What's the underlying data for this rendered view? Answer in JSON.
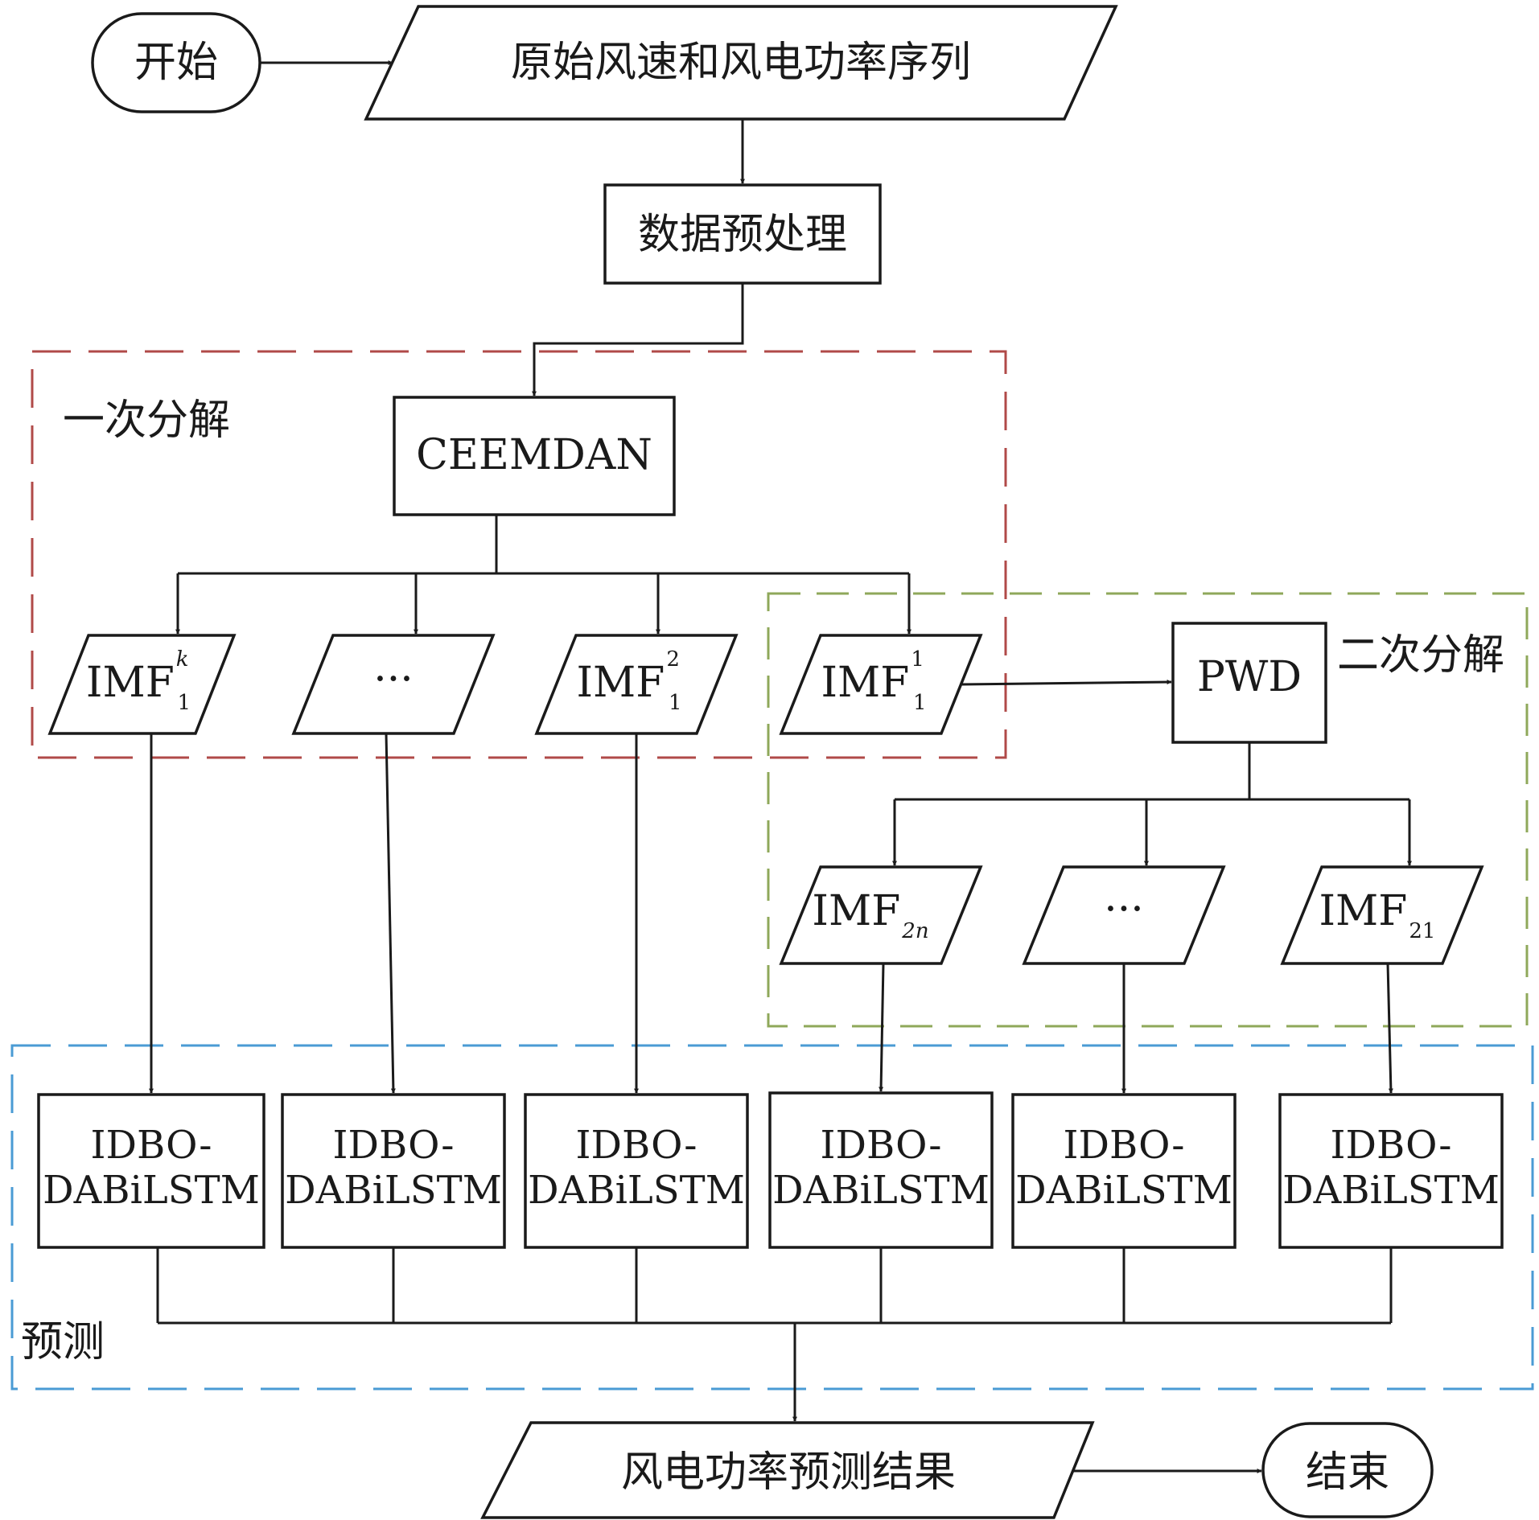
{
  "nodes": {
    "start": "开始",
    "input": "原始风速和风电功率序列",
    "preprocess": "数据预处理",
    "ceemdan": "CEEMDAN",
    "pwd": "PWD",
    "output": "风电功率预测结果",
    "end": "结束",
    "imf_base": "IMF",
    "ellipsis": "···",
    "imf1_k_sup": "k",
    "imf1_k_sub": "1",
    "imf1_2_sup": "2",
    "imf1_2_sub": "1",
    "imf1_1_sup": "1",
    "imf1_1_sub": "1",
    "imf2n_sub": "2n",
    "imf21_sub": "21",
    "model_line1": "IDBO-",
    "model_line2": "DABiLSTM"
  },
  "groups": {
    "primary": {
      "label": "一次分解",
      "color": "#b04a48"
    },
    "secondary": {
      "label": "二次分解",
      "color": "#8fa85a"
    },
    "predict": {
      "label": "预测",
      "color": "#4a9bd4"
    }
  }
}
